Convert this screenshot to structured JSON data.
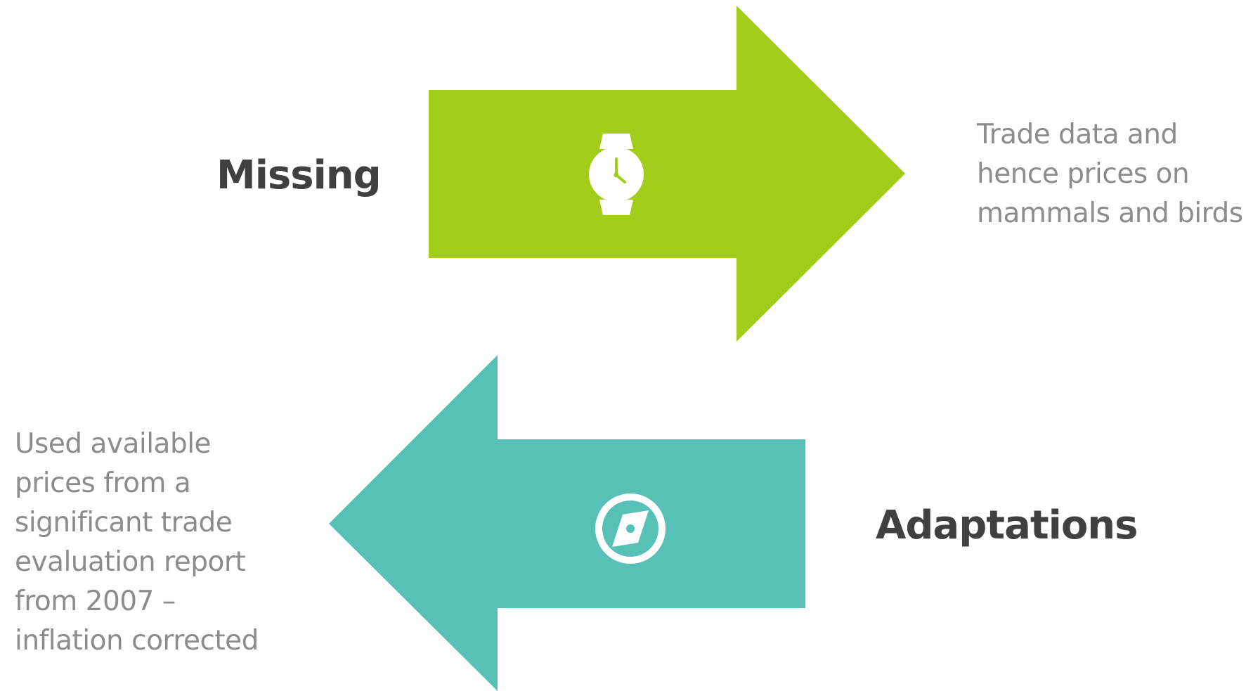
{
  "colors": {
    "missing_arrow": "#a2cd1b",
    "adaptations_arrow": "#57c1b8",
    "heading_text": "#404040",
    "description_text": "#8c8c8c",
    "icon": "#ffffff"
  },
  "top_block": {
    "heading": "Missing",
    "icon": "wristwatch-icon",
    "description_lines": [
      "Trade data and",
      "hence prices on",
      "mammals and birds"
    ]
  },
  "bottom_block": {
    "heading": "Adaptations",
    "icon": "compass-icon",
    "description_lines": [
      "Used available",
      "prices from a",
      "significant trade",
      "evaluation report",
      "from 2007 –",
      "inflation corrected"
    ]
  }
}
